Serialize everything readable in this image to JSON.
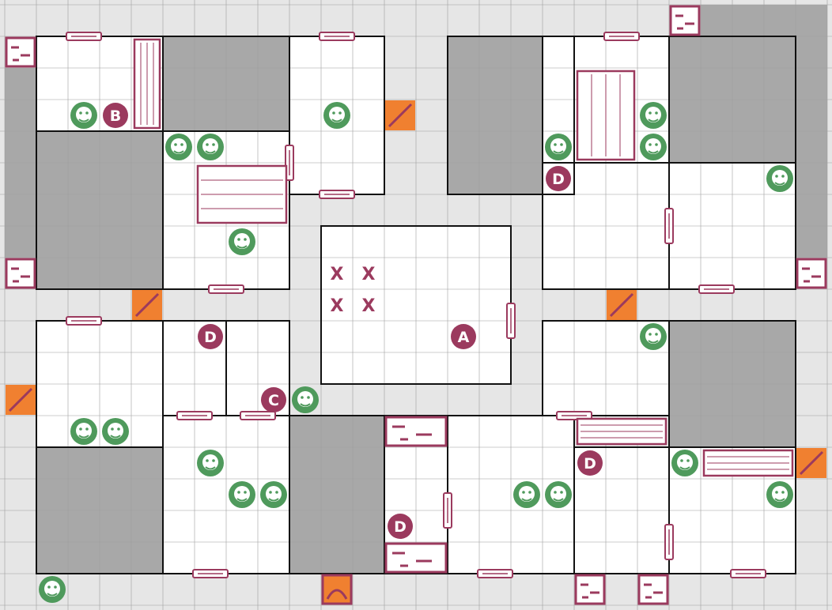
{
  "title": "",
  "colors": {
    "corridor": "#e6e6e6",
    "room": "#ffffff",
    "solid": "#a8a8a8",
    "grid": "#9e9e9e",
    "wall": "#111111",
    "door": "#9b3a5e",
    "marker": "#9b3a5e",
    "monster": "#4f9a5c",
    "trap": "#f08030"
  },
  "markers": [
    {
      "label": "A",
      "name": "marker-a"
    },
    {
      "label": "B",
      "name": "marker-b"
    },
    {
      "label": "C",
      "name": "marker-c"
    },
    {
      "label": "D",
      "name": "marker-d-1"
    },
    {
      "label": "D",
      "name": "marker-d-2"
    },
    {
      "label": "D",
      "name": "marker-d-3"
    },
    {
      "label": "D",
      "name": "marker-d-4"
    }
  ],
  "start_marks": [
    "X",
    "X",
    "X",
    "X"
  ],
  "monsters": [
    {
      "kind": "orc",
      "name": "monster-orc"
    },
    {
      "kind": "goblin",
      "name": "monster-goblin"
    },
    {
      "kind": "fimir",
      "name": "monster-fimir"
    },
    {
      "kind": "chaos-warrior",
      "name": "monster-chaos-warrior"
    }
  ],
  "furniture": [
    {
      "kind": "bookcase",
      "name": "bookcase"
    },
    {
      "kind": "table",
      "name": "table"
    },
    {
      "kind": "torture-rack",
      "name": "torture-rack"
    },
    {
      "kind": "weapons-rack",
      "name": "weapons-rack"
    },
    {
      "kind": "cupboard",
      "name": "cupboard"
    },
    {
      "kind": "stairway",
      "name": "stairway"
    }
  ]
}
